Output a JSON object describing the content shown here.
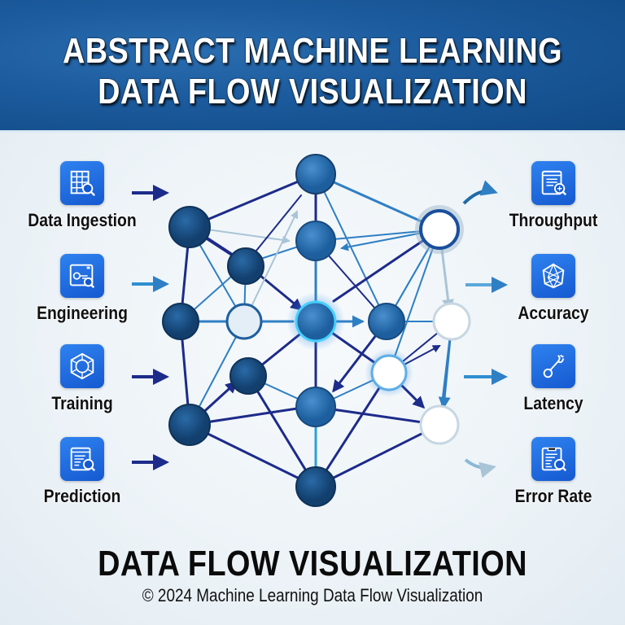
{
  "header": {
    "title_line1": "ABSTRACT MACHINE LEARNING",
    "title_line2": "DATA FLOW VISUALIZATION",
    "background_color": "#1b5a9c"
  },
  "inputs": [
    {
      "label": "Data Ingestion",
      "icon": "table-search-icon"
    },
    {
      "label": "Engineering",
      "icon": "window-search-icon"
    },
    {
      "label": "Training",
      "icon": "hexagon-network-icon"
    },
    {
      "label": "Prediction",
      "icon": "document-search-icon"
    }
  ],
  "outputs": [
    {
      "label": "Throughput",
      "icon": "document-search-icon"
    },
    {
      "label": "Accuracy",
      "icon": "polyhedron-network-icon"
    },
    {
      "label": "Latency",
      "icon": "stethoscope-icon"
    },
    {
      "label": "Error Rate",
      "icon": "report-search-icon"
    }
  ],
  "network": {
    "node_count": 16,
    "node_colors": {
      "dark": "#184f86",
      "mid": "#2d74b8",
      "light": "#5f9fd3",
      "hollow": "#ffffff",
      "glow": "#3fc0ff"
    },
    "edge_colors": {
      "navy": "#1d2b8a",
      "blue": "#2f7fc4",
      "pale": "#a9c4d6"
    }
  },
  "footer": {
    "title": "DATA FLOW VISUALIZATION",
    "copyright": "© 2024 Machine Learning Data Flow Visualization"
  },
  "colors": {
    "icon_bg": "#1e6be0",
    "text": "#111111",
    "page_bg": "#eef3f7"
  }
}
